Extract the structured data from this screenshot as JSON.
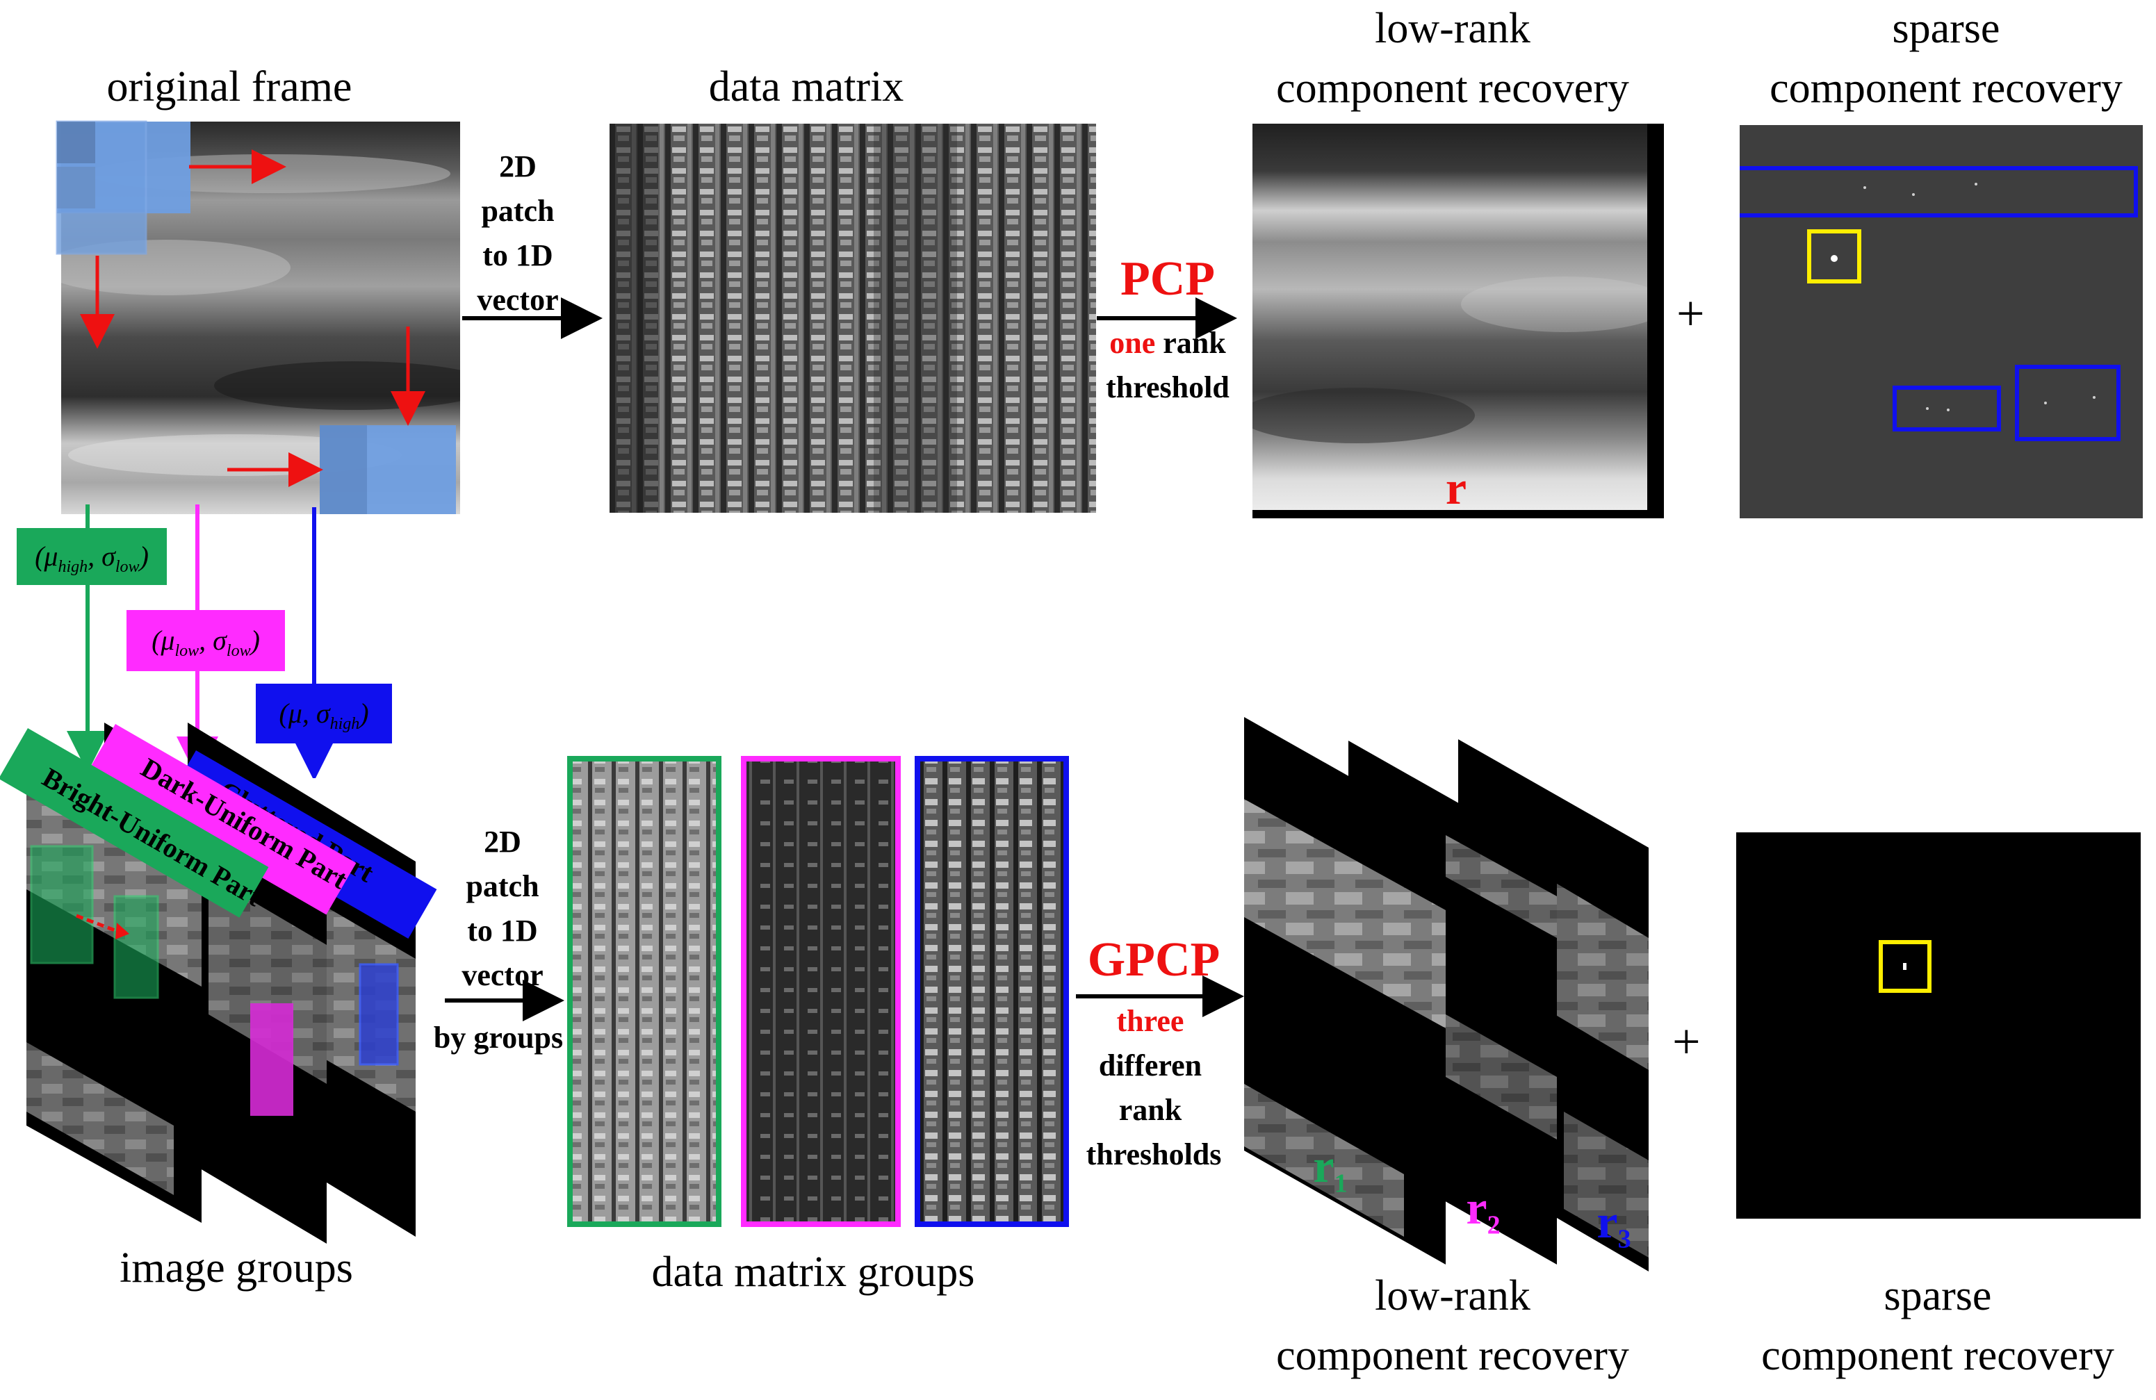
{
  "labels": {
    "original_frame": "original frame",
    "data_matrix": "data matrix",
    "lowrank_top_1": "low-rank",
    "lowrank_top_2": "component recovery",
    "sparse_top_1": "sparse",
    "sparse_top_2": "component recovery",
    "image_groups": "image groups",
    "data_matrix_groups": "data matrix groups",
    "lowrank_bot_1": "low-rank",
    "lowrank_bot_2": "component recovery",
    "sparse_bot_1": "sparse",
    "sparse_bot_2": "component recovery"
  },
  "top_step": {
    "l1": "2D",
    "l2": "patch",
    "l3": "to 1D",
    "l4": "vector"
  },
  "pcp": {
    "name": "PCP",
    "count": "one",
    "rest1": " rank",
    "rest2": "threshold"
  },
  "bottom_step": {
    "l1": "2D",
    "l2": "patch",
    "l3": "to 1D",
    "l4": "vector",
    "l5": "by groups"
  },
  "gpcp": {
    "name": "GPCP",
    "count": "three",
    "l2": "differen",
    "l3": "rank",
    "l4": "thresholds"
  },
  "params": {
    "green": {
      "mu": "μ",
      "mu_sub": "high",
      "sigma": "σ",
      "sigma_sub": "low"
    },
    "magenta": {
      "mu": "μ",
      "mu_sub": "low",
      "sigma": "σ",
      "sigma_sub": "low"
    },
    "blue": {
      "mu": "μ",
      "sigma": "σ",
      "sigma_sub": "high"
    }
  },
  "groups": {
    "green": "Bright-Uniform Part",
    "magenta": "Dark-Uniform Part",
    "blue": "Cluttered Part"
  },
  "ranks": {
    "r": "r",
    "r1": "r",
    "r1_sub": "1",
    "r2": "r",
    "r2_sub": "2",
    "r3": "r",
    "r3_sub": "3"
  },
  "plus": "+",
  "colors": {
    "green": "#1aa85a",
    "magenta": "#ff2bff",
    "blue": "#1010ee",
    "red": "#ee1111",
    "yellow": "#ffee00",
    "patch": "#6f9ee0"
  }
}
